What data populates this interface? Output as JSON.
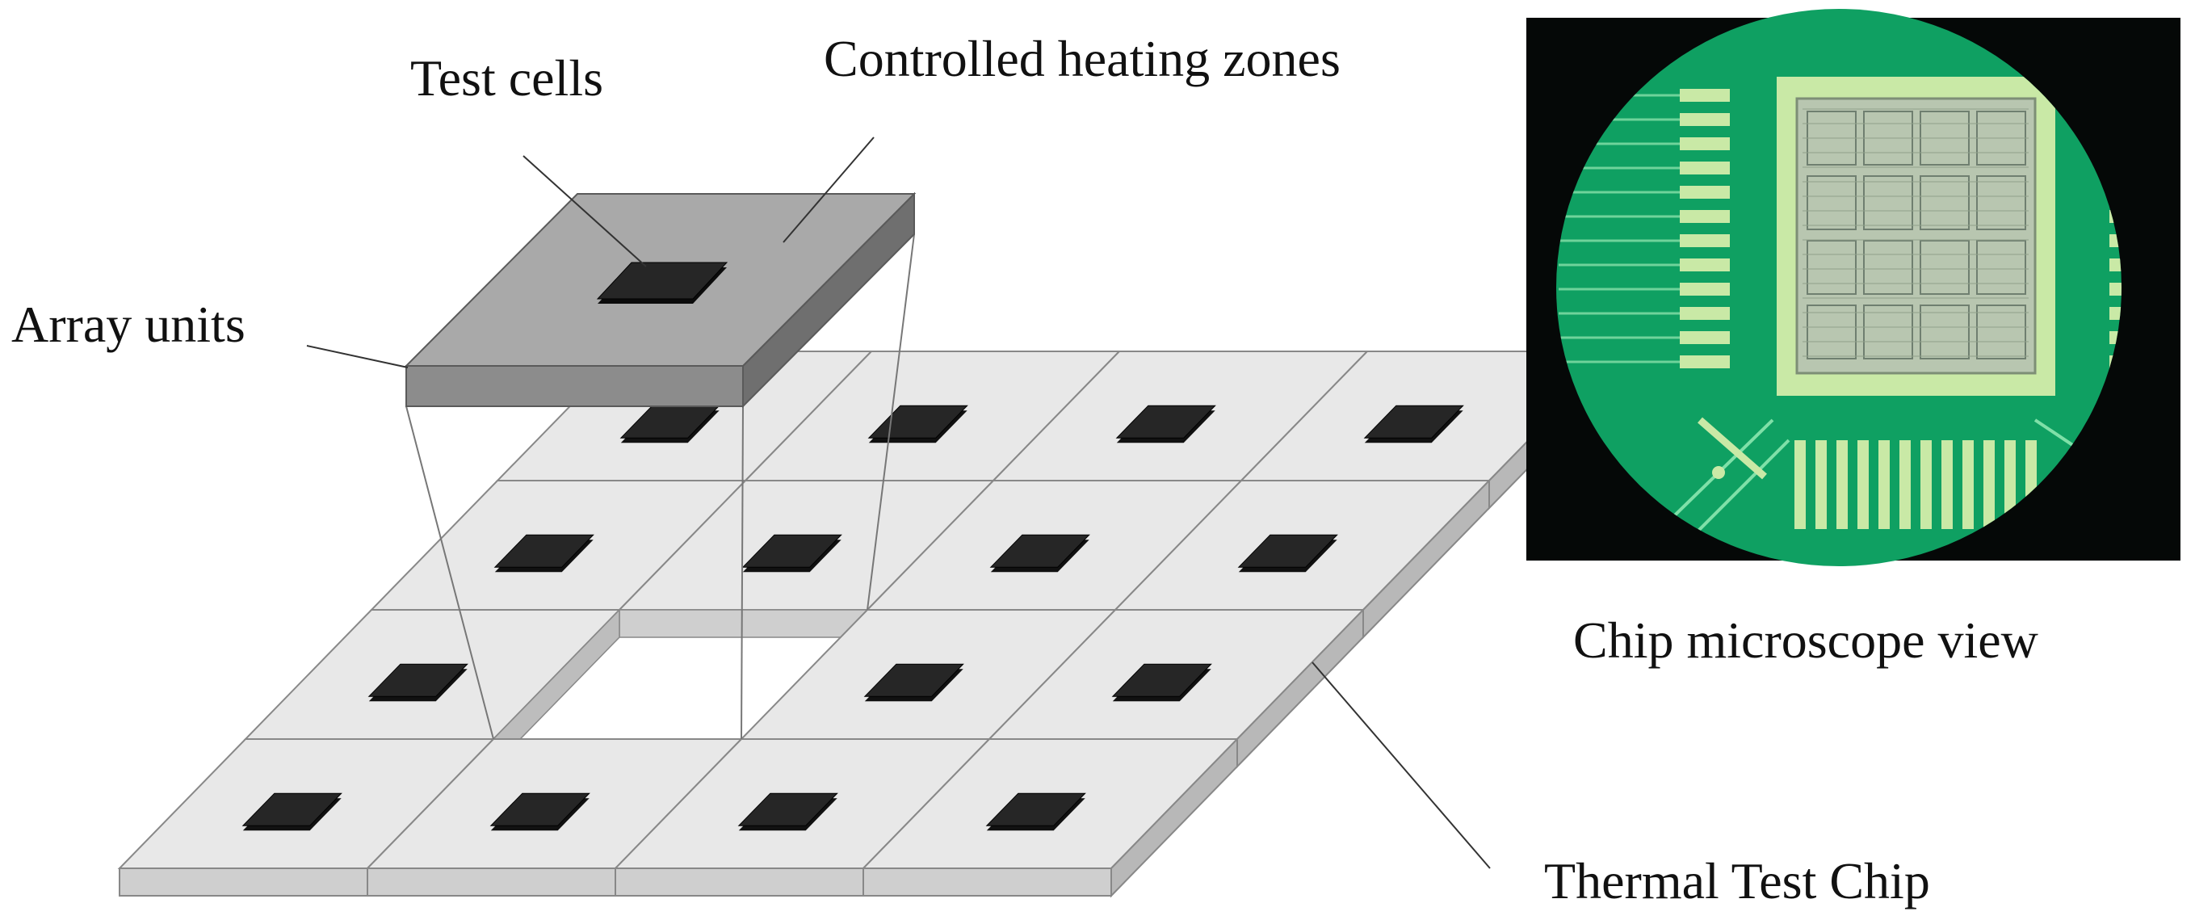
{
  "labels": {
    "test_cells": "Test cells",
    "controlled_heating_zones": "Controlled heating zones",
    "array_units": "Array units",
    "chip_microscope_view": "Chip microscope view",
    "thermal_test_chip": "Thermal Test Chip"
  },
  "grid": {
    "rows": 4,
    "cols": 4,
    "removed_cell": {
      "row": 1,
      "col": 1
    }
  },
  "colors": {
    "tile_top": "#e8e8e8",
    "tile_side": "#cfcfcf",
    "tile_edge": "#888888",
    "cell_fill": "#262626",
    "lifted_top": "#a9a9a9",
    "lifted_front": "#8c8c8c",
    "lifted_right": "#6f6f6f",
    "pcb_green": "#0fa062",
    "pad_color": "#c9e9a6",
    "die_fill": "#b8c6b0"
  },
  "icons": {
    "microscope_photo": "chip-microscope-image"
  }
}
